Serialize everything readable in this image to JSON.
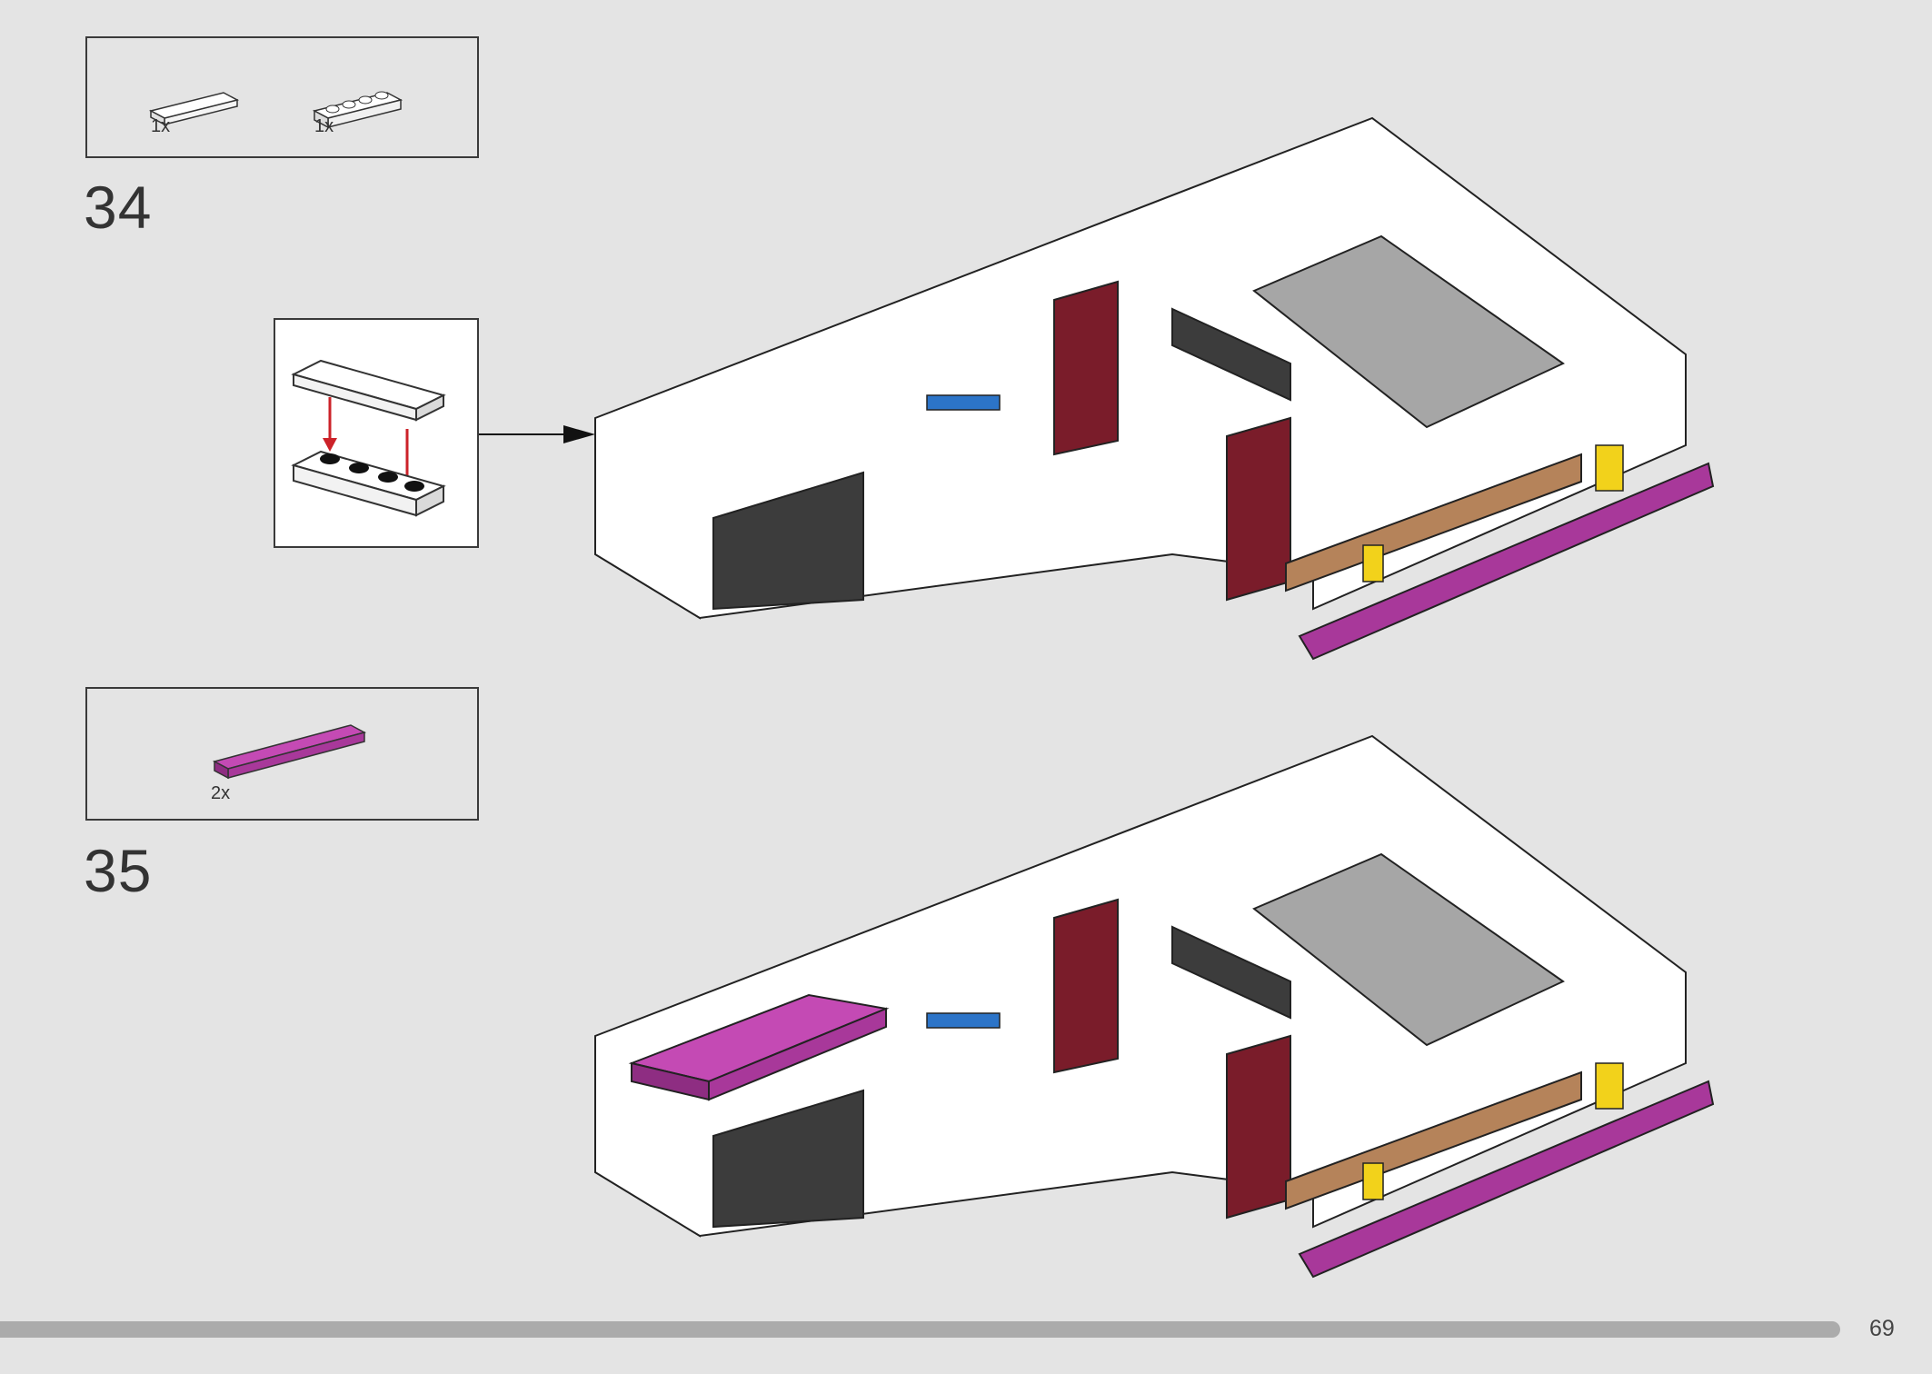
{
  "page": {
    "number": "69"
  },
  "steps": [
    {
      "number": "34",
      "parts": [
        {
          "name": "tile 1x4 white",
          "qty": "1x"
        },
        {
          "name": "plate 1x4 white",
          "qty": "1x"
        }
      ]
    },
    {
      "number": "35",
      "parts": [
        {
          "name": "tile 1x6 magenta",
          "qty": "2x"
        }
      ]
    }
  ],
  "colors": {
    "background": "#e4e4e4",
    "white_brick": "#ffffff",
    "magenta": "#a8389a",
    "dark_red": "#7a1c2a",
    "dark_grey": "#3c3c3c",
    "light_grey": "#a6a6a6",
    "medium_nougat": "#b5835a",
    "yellow": "#f2d21b",
    "blue": "#2c74c8",
    "arrow_red": "#cc2229"
  }
}
